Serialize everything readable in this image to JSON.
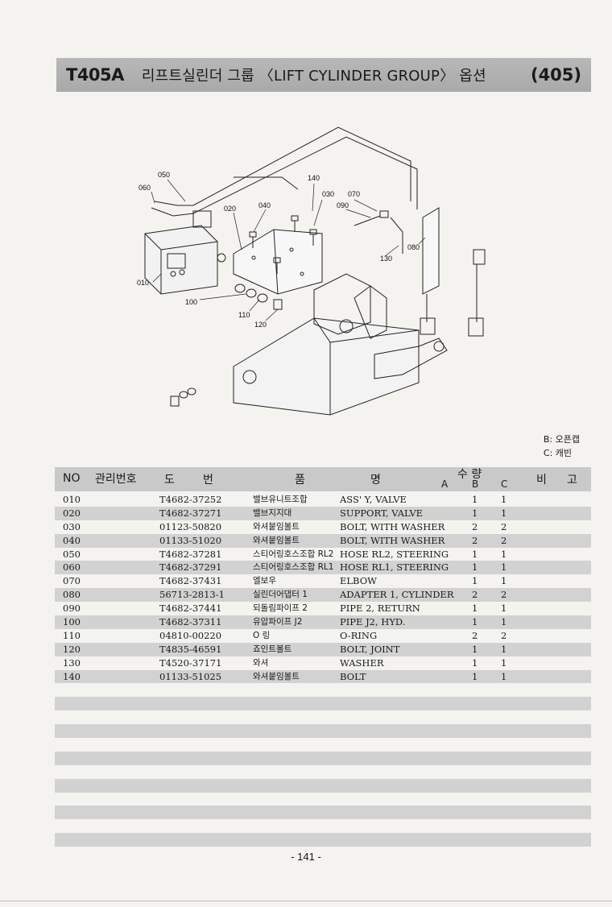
{
  "header": {
    "code": "T405A",
    "title": "리프트실린더 그룹 〈LIFT CYLINDER GROUP〉 옵션",
    "page_ref": "(405)"
  },
  "diagram": {
    "callouts": [
      "050",
      "060",
      "140",
      "030",
      "070",
      "040",
      "090",
      "020",
      "010",
      "080",
      "130",
      "100",
      "110",
      "120"
    ]
  },
  "legend": {
    "b": "B: 오픈캡",
    "c": "C: 캐빈"
  },
  "table": {
    "headers": {
      "no": "NO",
      "mgmt": "관리번호",
      "do": "도",
      "beon": "번",
      "pum": "품",
      "myeong": "명",
      "qty": "수 량",
      "a": "A",
      "b": "B",
      "c": "C",
      "bi": "비",
      "go": "고"
    },
    "rows": [
      {
        "no": "010",
        "part": "T4682-37252",
        "kr": "밸브유니트조합",
        "en": "ASS' Y, VALVE",
        "a": "",
        "b": "1",
        "c": "1",
        "note": ""
      },
      {
        "no": "020",
        "part": "T4682-37271",
        "kr": "밸브지지대",
        "en": "SUPPORT, VALVE",
        "a": "",
        "b": "1",
        "c": "1",
        "note": ""
      },
      {
        "no": "030",
        "part": "01123-50820",
        "kr": "와셔붙임볼트",
        "en": "BOLT, WITH WASHER",
        "a": "",
        "b": "2",
        "c": "2",
        "note": ""
      },
      {
        "no": "040",
        "part": "01133-51020",
        "kr": "와셔붙임볼트",
        "en": "BOLT, WITH WASHER",
        "a": "",
        "b": "2",
        "c": "2",
        "note": ""
      },
      {
        "no": "050",
        "part": "T4682-37281",
        "kr": "스티어링호스조합 RL2",
        "en": "HOSE RL2, STEERING",
        "a": "",
        "b": "1",
        "c": "1",
        "note": ""
      },
      {
        "no": "060",
        "part": "T4682-37291",
        "kr": "스티어링호스조합 RL1",
        "en": "HOSE RL1, STEERING",
        "a": "",
        "b": "1",
        "c": "1",
        "note": ""
      },
      {
        "no": "070",
        "part": "T4682-37431",
        "kr": "엘보우",
        "en": "ELBOW",
        "a": "",
        "b": "1",
        "c": "1",
        "note": ""
      },
      {
        "no": "080",
        "part": "56713-2813-1",
        "kr": "실린더어댑터 1",
        "en": "ADAPTER 1, CYLINDER",
        "a": "",
        "b": "2",
        "c": "2",
        "note": ""
      },
      {
        "no": "090",
        "part": "T4682-37441",
        "kr": "되돌림파이프 2",
        "en": "PIPE 2, RETURN",
        "a": "",
        "b": "1",
        "c": "1",
        "note": ""
      },
      {
        "no": "100",
        "part": "T4682-37311",
        "kr": "유압파이프 J2",
        "en": "PIPE J2, HYD.",
        "a": "",
        "b": "1",
        "c": "1",
        "note": ""
      },
      {
        "no": "110",
        "part": "04810-00220",
        "kr": "O 링",
        "en": "O-RING",
        "a": "",
        "b": "2",
        "c": "2",
        "note": ""
      },
      {
        "no": "120",
        "part": "T4835-46591",
        "kr": "죠인트볼트",
        "en": "BOLT, JOINT",
        "a": "",
        "b": "1",
        "c": "1",
        "note": ""
      },
      {
        "no": "130",
        "part": "T4520-37171",
        "kr": "와셔",
        "en": "WASHER",
        "a": "",
        "b": "1",
        "c": "1",
        "note": ""
      },
      {
        "no": "140",
        "part": "01133-51025",
        "kr": "와셔붙임볼트",
        "en": "BOLT",
        "a": "",
        "b": "1",
        "c": "1",
        "note": ""
      },
      {
        "no": "",
        "part": "",
        "kr": "",
        "en": "",
        "a": "",
        "b": "",
        "c": "",
        "note": ""
      },
      {
        "no": "",
        "part": "",
        "kr": "",
        "en": "",
        "a": "",
        "b": "",
        "c": "",
        "note": ""
      },
      {
        "no": "",
        "part": "",
        "kr": "",
        "en": "",
        "a": "",
        "b": "",
        "c": "",
        "note": ""
      },
      {
        "no": "",
        "part": "",
        "kr": "",
        "en": "",
        "a": "",
        "b": "",
        "c": "",
        "note": ""
      },
      {
        "no": "",
        "part": "",
        "kr": "",
        "en": "",
        "a": "",
        "b": "",
        "c": "",
        "note": ""
      },
      {
        "no": "",
        "part": "",
        "kr": "",
        "en": "",
        "a": "",
        "b": "",
        "c": "",
        "note": ""
      },
      {
        "no": "",
        "part": "",
        "kr": "",
        "en": "",
        "a": "",
        "b": "",
        "c": "",
        "note": ""
      },
      {
        "no": "",
        "part": "",
        "kr": "",
        "en": "",
        "a": "",
        "b": "",
        "c": "",
        "note": ""
      },
      {
        "no": "",
        "part": "",
        "kr": "",
        "en": "",
        "a": "",
        "b": "",
        "c": "",
        "note": ""
      },
      {
        "no": "",
        "part": "",
        "kr": "",
        "en": "",
        "a": "",
        "b": "",
        "c": "",
        "note": ""
      },
      {
        "no": "",
        "part": "",
        "kr": "",
        "en": "",
        "a": "",
        "b": "",
        "c": "",
        "note": ""
      },
      {
        "no": "",
        "part": "",
        "kr": "",
        "en": "",
        "a": "",
        "b": "",
        "c": "",
        "note": ""
      }
    ]
  },
  "footer": {
    "page_number": "- 141 -"
  }
}
